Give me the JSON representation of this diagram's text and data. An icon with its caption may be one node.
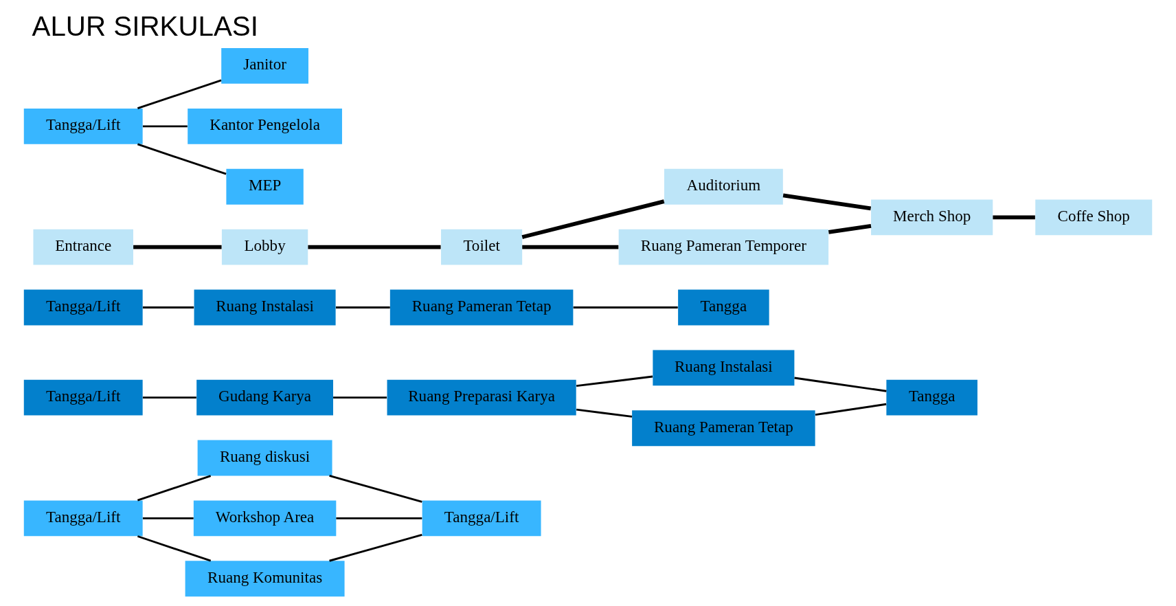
{
  "diagram": {
    "title": "ALUR SIRKULASI",
    "nodes": [
      {
        "text": [
          "Entrance"
        ]
      },
      {
        "text": [
          "Lobby"
        ]
      },
      {
        "text": [
          "Toilet"
        ]
      },
      {
        "text": [
          "Auditorium"
        ]
      },
      {
        "text": [
          "Ruang Pameran Temporer"
        ]
      },
      {
        "text": [
          "Merch Shop"
        ]
      },
      {
        "text": [
          "Coffe Shop"
        ]
      },
      {
        "text": [
          "Tangga/Lift"
        ]
      },
      {
        "text": [
          "Ruang Instalasi"
        ]
      },
      {
        "text": [
          "Ruang Pameran Tetap"
        ]
      },
      {
        "text": [
          "Tangga"
        ]
      },
      {
        "text": [
          "Tangga/Lift"
        ]
      },
      {
        "text": [
          "Gudang Karya"
        ]
      },
      {
        "text": [
          "Ruang Preparasi Karya"
        ]
      },
      {
        "text": [
          "Ruang Instalasi"
        ]
      },
      {
        "text": [
          "Ruang Pameran Tetap"
        ]
      },
      {
        "text": [
          "Tangga"
        ]
      },
      {
        "text": [
          "Tangga/Lift"
        ]
      },
      {
        "text": [
          "Ruang diskusi"
        ]
      },
      {
        "text": [
          "Workshop Area"
        ]
      },
      {
        "text": [
          "Ruang Komunitas"
        ]
      },
      {
        "text": [
          "Tangga/Lift"
        ]
      },
      {
        "text": [
          "Tangga/Lift"
        ]
      },
      {
        "text": [
          "Janitor"
        ]
      },
      {
        "text": [
          "Kantor Pengelola"
        ]
      },
      {
        "text": [
          "MEP"
        ]
      }
    ],
    "edges": [
      {
        "from": 0,
        "to": 1,
        "arrow": "none",
        "style": "thick"
      },
      {
        "from": 1,
        "to": 2,
        "arrow": "none",
        "style": "thick"
      },
      {
        "from": 2,
        "to": 3,
        "arrow": "none",
        "style": "thick"
      },
      {
        "from": 2,
        "to": 4,
        "arrow": "none",
        "style": "thick"
      },
      {
        "from": 3,
        "to": 5,
        "arrow": "none",
        "style": "thick"
      },
      {
        "from": 4,
        "to": 5,
        "arrow": "none",
        "style": "thick"
      },
      {
        "from": 5,
        "to": 6,
        "arrow": "none",
        "style": "thick"
      },
      {
        "from": 7,
        "to": 8,
        "arrow": "none"
      },
      {
        "from": 8,
        "to": 9,
        "arrow": "none"
      },
      {
        "from": 9,
        "to": 10,
        "arrow": "none"
      },
      {
        "from": 11,
        "to": 12,
        "arrow": "none"
      },
      {
        "from": 12,
        "to": 13,
        "arrow": "none"
      },
      {
        "from": 13,
        "to": 14,
        "arrow": "none"
      },
      {
        "from": 13,
        "to": 15,
        "arrow": "none"
      },
      {
        "from": 14,
        "to": 16,
        "arrow": "none"
      },
      {
        "from": 15,
        "to": 16,
        "arrow": "none"
      },
      {
        "from": 17,
        "to": 18,
        "arrow": "none"
      },
      {
        "from": 17,
        "to": 19,
        "arrow": "none"
      },
      {
        "from": 17,
        "to": 20,
        "arrow": "none"
      },
      {
        "from": 18,
        "to": 21,
        "arrow": "none"
      },
      {
        "from": 19,
        "to": 21,
        "arrow": "none"
      },
      {
        "from": 20,
        "to": 21,
        "arrow": "none"
      },
      {
        "from": 22,
        "to": 23,
        "arrow": "none"
      },
      {
        "from": 22,
        "to": 24,
        "arrow": "none"
      },
      {
        "from": 22,
        "to": 25,
        "arrow": "none"
      }
    ]
  }
}
